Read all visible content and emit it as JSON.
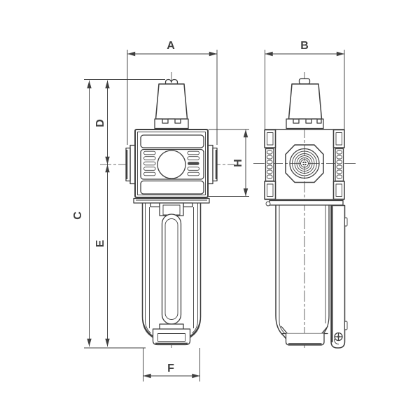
{
  "colors": {
    "line": "#3f3f3f",
    "background": "#ffffff",
    "accent_fill": "#4a4a4a"
  },
  "drawing": {
    "dimension_labels": {
      "a": "A",
      "b": "B",
      "c": "C",
      "d": "D",
      "e": "E",
      "f": "F",
      "h": "H"
    }
  }
}
